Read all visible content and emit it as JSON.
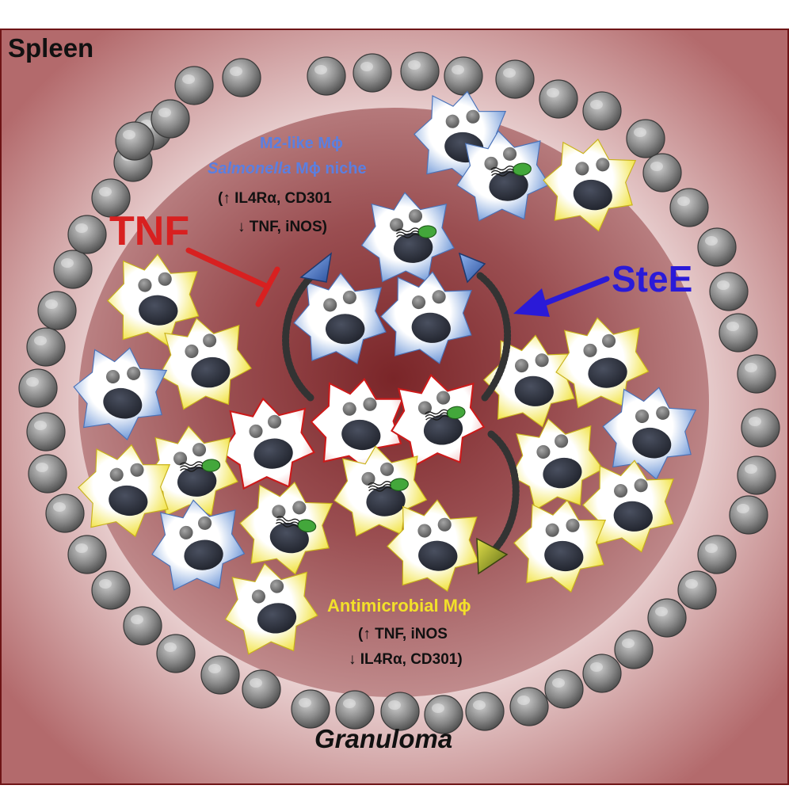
{
  "labels": {
    "spleen": "Spleen",
    "granuloma": "Granuloma",
    "tnf": "TNF",
    "stee": "SteE",
    "m2_line1": "M2-like Mϕ",
    "m2_line2_italic": "Salmonella",
    "m2_line2_rest": " Mϕ niche",
    "m2_up": "(↑ IL4Rα, CD301",
    "m2_down": "↓ TNF, iNOS)",
    "anti_title": "Antimicrobial Mϕ",
    "anti_up": "(↑ TNF, iNOS",
    "anti_down": "↓ IL4Rα, CD301)"
  },
  "colors": {
    "m2_text": "#5b7fe0",
    "anti_text": "#f2e02a",
    "tnf": "#d82020",
    "stee": "#2a1ad8",
    "blue_cell": "#6f98d8",
    "yellow_cell": "#f1e23a",
    "red_rim_cell": "#cc1a1a",
    "granuloma": "#8e3b3e",
    "background": "#a95e60",
    "lymphocyte": "#6b6b6b",
    "bacterium": "#43a73b",
    "nucleus": "#2e3340"
  },
  "icons": [
    "macrophage-icon",
    "lymphocyte-icon",
    "salmonella-icon",
    "inhibition-arrow-icon",
    "pointer-arrow-icon",
    "transition-arrow-icon"
  ]
}
